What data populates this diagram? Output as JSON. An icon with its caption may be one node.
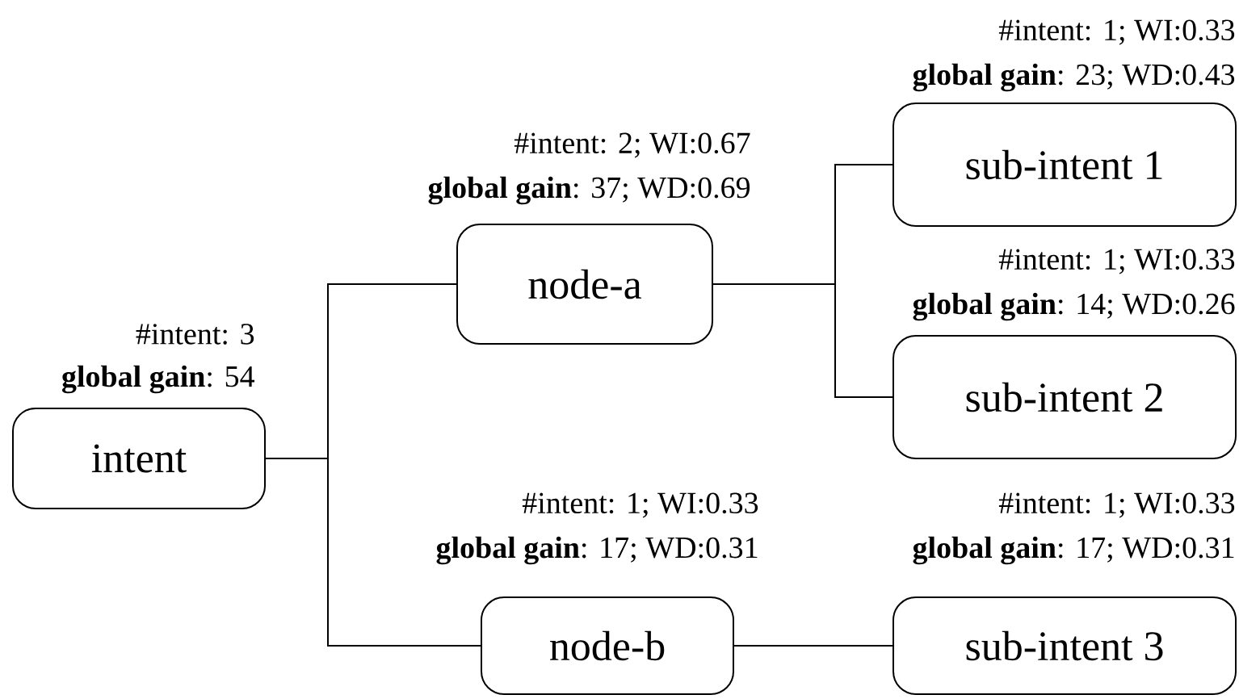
{
  "diagram": {
    "nodes": [
      {
        "text": [
          "intent"
        ],
        "beside": [
          "#intent: 3",
          "**global gain**: 54"
        ]
      },
      {
        "text": [
          "node-a"
        ],
        "beside": [
          "#intent: 2;  WI:0.67",
          "**global gain**: 37;  WD:0.69"
        ]
      },
      {
        "text": [
          "node-b"
        ],
        "beside": [
          "#intent: 1;  WI:0.33",
          "**global gain**: 17;  WD:0.31"
        ]
      },
      {
        "text": [
          "sub-intent 1"
        ],
        "beside": [
          "#intent: 1; WI:0.33",
          "**global gain**: 23; WD:0.43"
        ]
      },
      {
        "text": [
          "sub-intent 2"
        ],
        "beside": [
          "#intent: 1; WI:0.33",
          "**global gain**: 14; WD:0.26"
        ]
      },
      {
        "text": [
          "sub-intent 3"
        ],
        "beside": [
          "#intent: 1;  WI:0.33",
          "**global gain**: 17;  WD:0.31"
        ]
      }
    ],
    "edges": [
      {
        "from": 0,
        "to": 1,
        "arrow": "none"
      },
      {
        "from": 0,
        "to": 2,
        "arrow": "none"
      },
      {
        "from": 1,
        "to": 3,
        "arrow": "none"
      },
      {
        "from": 1,
        "to": 4,
        "arrow": "none"
      },
      {
        "from": 2,
        "to": 5,
        "arrow": "none"
      }
    ]
  }
}
